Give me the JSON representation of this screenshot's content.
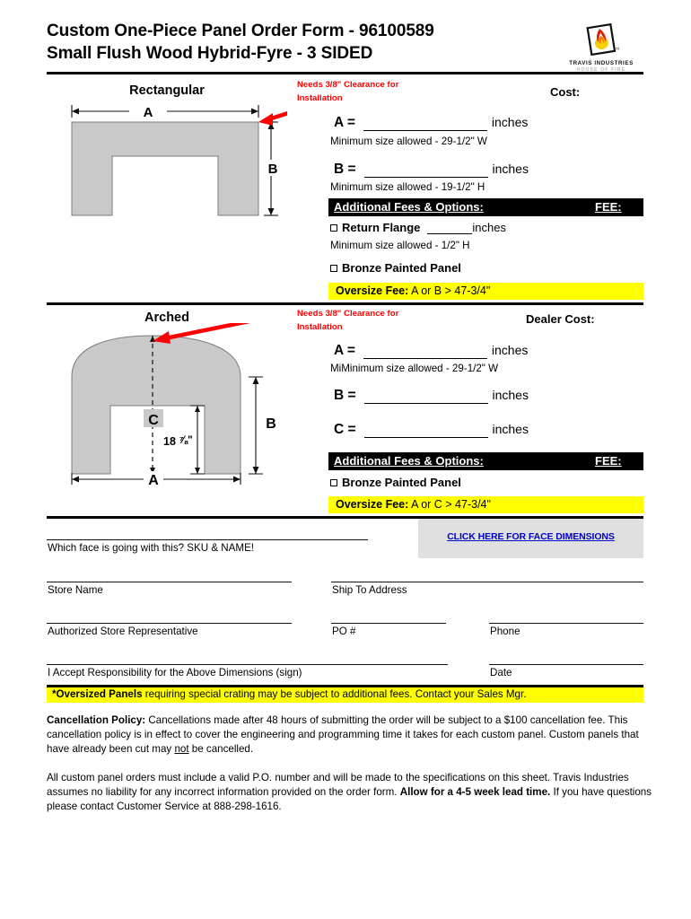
{
  "header": {
    "title_line1": "Custom One-Piece Panel Order Form - 96100589",
    "title_line2": "Small Flush Wood Hybrid-Fyre - 3 SIDED",
    "logo_name": "TRAVIS INDUSTRIES",
    "logo_tagline": "HOUSE OF FIRE"
  },
  "rectangular": {
    "section_title": "Rectangular",
    "clearance_line1": "Needs 3/8\" Clearance for",
    "clearance_line2": "Installation",
    "cost_label": "Cost:",
    "dim_a_label": "A =",
    "dim_a_unit": "inches",
    "dim_a_note": "Minimum size allowed - 29-1/2\" W",
    "dim_b_label": "B =",
    "dim_b_unit": "inches",
    "dim_b_note": "Minimum size allowed - 19-1/2\" H",
    "fees_header": "Additional Fees & Options:",
    "fee_header_right": "FEE:",
    "opt_return_flange": "Return Flange",
    "opt_return_flange_unit": "inches",
    "opt_return_flange_note": "Minimum size allowed - 1/2\" H",
    "opt_bronze": "Bronze Painted Panel",
    "oversize_bold": "Oversize Fee:",
    "oversize_rest": " A or B > 47-3/4\"",
    "diagram_label_a": "A",
    "diagram_label_b": "B"
  },
  "arched": {
    "section_title": "Arched",
    "clearance_line1": "Needs 3/8\" Clearance for",
    "clearance_line2": "Installation",
    "cost_label": "Dealer Cost:",
    "dim_a_label": "A =",
    "dim_a_unit": "inches",
    "dim_a_note": "MiMinimum size allowed - 29-1/2\" W",
    "dim_b_label": "B =",
    "dim_b_unit": "inches",
    "dim_c_label": "C =",
    "dim_c_unit": "inches",
    "fees_header": "Additional Fees & Options:",
    "fee_header_right": "FEE:",
    "opt_bronze": "Bronze Painted Panel",
    "oversize_bold": "Oversize Fee:",
    "oversize_rest": " A or C > 47-3/4\"",
    "diagram_label_a": "A",
    "diagram_label_b": "B",
    "diagram_label_c": "C",
    "diagram_inner_height": "18 ⅞\""
  },
  "form": {
    "face_question": "Which face is going with this? SKU & NAME!",
    "face_dimensions_link": "CLICK HERE FOR FACE DIMENSIONS",
    "store_name": "Store Name",
    "ship_to_address": "Ship To Address",
    "authorized_rep": "Authorized Store Representative",
    "po_number": "PO #",
    "phone": "Phone",
    "accept_responsibility": "I Accept Responsibility for the Above Dimensions (sign)",
    "date": "Date"
  },
  "footer": {
    "oversized_bold": "*Oversized Panels",
    "oversized_rest": " requiring special crating may be subject to additional fees. Contact your Sales Mgr.",
    "cancellation_title": "Cancellation Policy:",
    "cancellation_p1a": " Cancellations made after 48 hours of submitting the order will be subject to a $100 cancellation fee.  This cancellation policy is in effect to cover the engineering and programming time it takes for each custom panel.  Custom panels that have already been cut may ",
    "cancellation_not": "not",
    "cancellation_p1b": " be cancelled.",
    "para2_a": "All custom panel orders must include a valid P.O. number and will be made to the specifications on this sheet. Travis Industries assumes no liability for any incorrect information provided on the order form.  ",
    "para2_bold": "Allow for a 4-5 week lead time.",
    "para2_b": "  If you have questions please contact Customer Service at 888-298-1616."
  },
  "colors": {
    "red": "#ff0000",
    "yellow": "#ffff00",
    "link": "#0000cc",
    "panel_fill": "#c9c9c9",
    "facebox_bg": "#e0e0e0"
  }
}
